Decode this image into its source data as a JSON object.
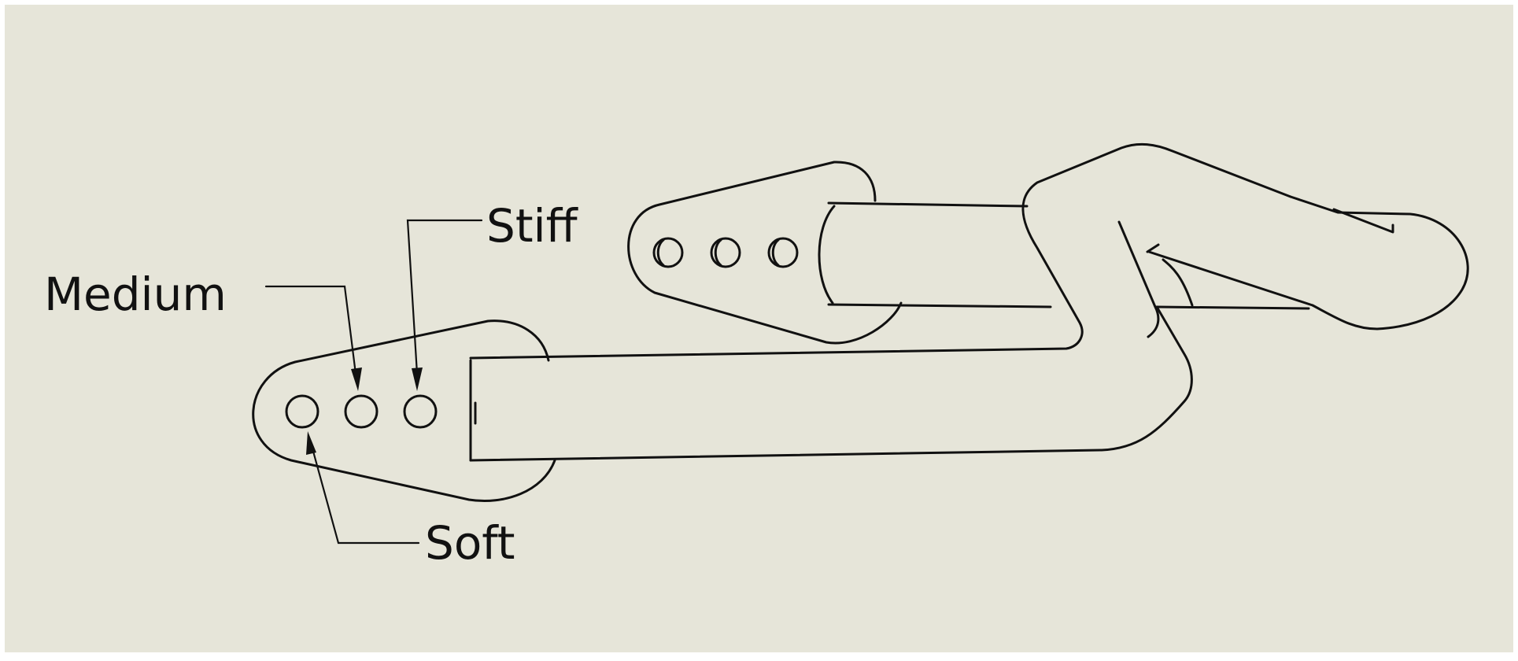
{
  "colors": {
    "background": "#E6E5D9",
    "line": "#111111"
  },
  "labels": {
    "stiff": "Stiff",
    "medium": "Medium",
    "soft": "Soft"
  }
}
